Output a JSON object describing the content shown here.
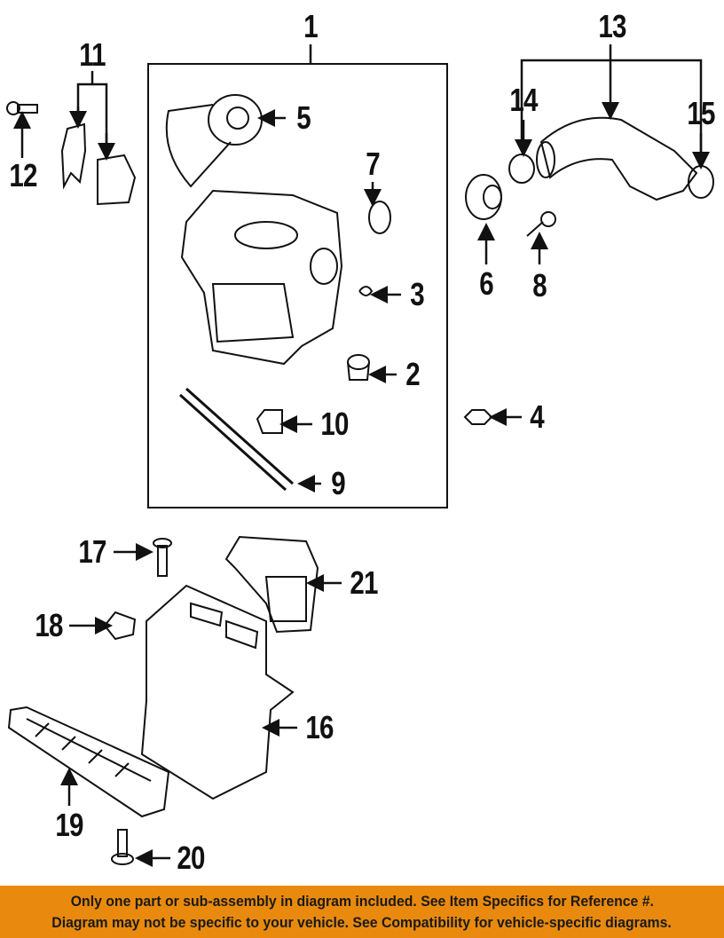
{
  "diagram": {
    "callouts": [
      "1",
      "2",
      "3",
      "4",
      "5",
      "6",
      "7",
      "8",
      "9",
      "10",
      "11",
      "12",
      "13",
      "14",
      "15",
      "16",
      "17",
      "18",
      "19",
      "20",
      "21"
    ]
  },
  "banner": {
    "line1": "Only one part or sub-assembly in diagram included. See Item Specifics for Reference #.",
    "line2": "Diagram may not be specific to your vehicle. See Compatibility for vehicle-specific diagrams."
  },
  "colors": {
    "banner": "#E98A0E",
    "ink": "#111111"
  }
}
